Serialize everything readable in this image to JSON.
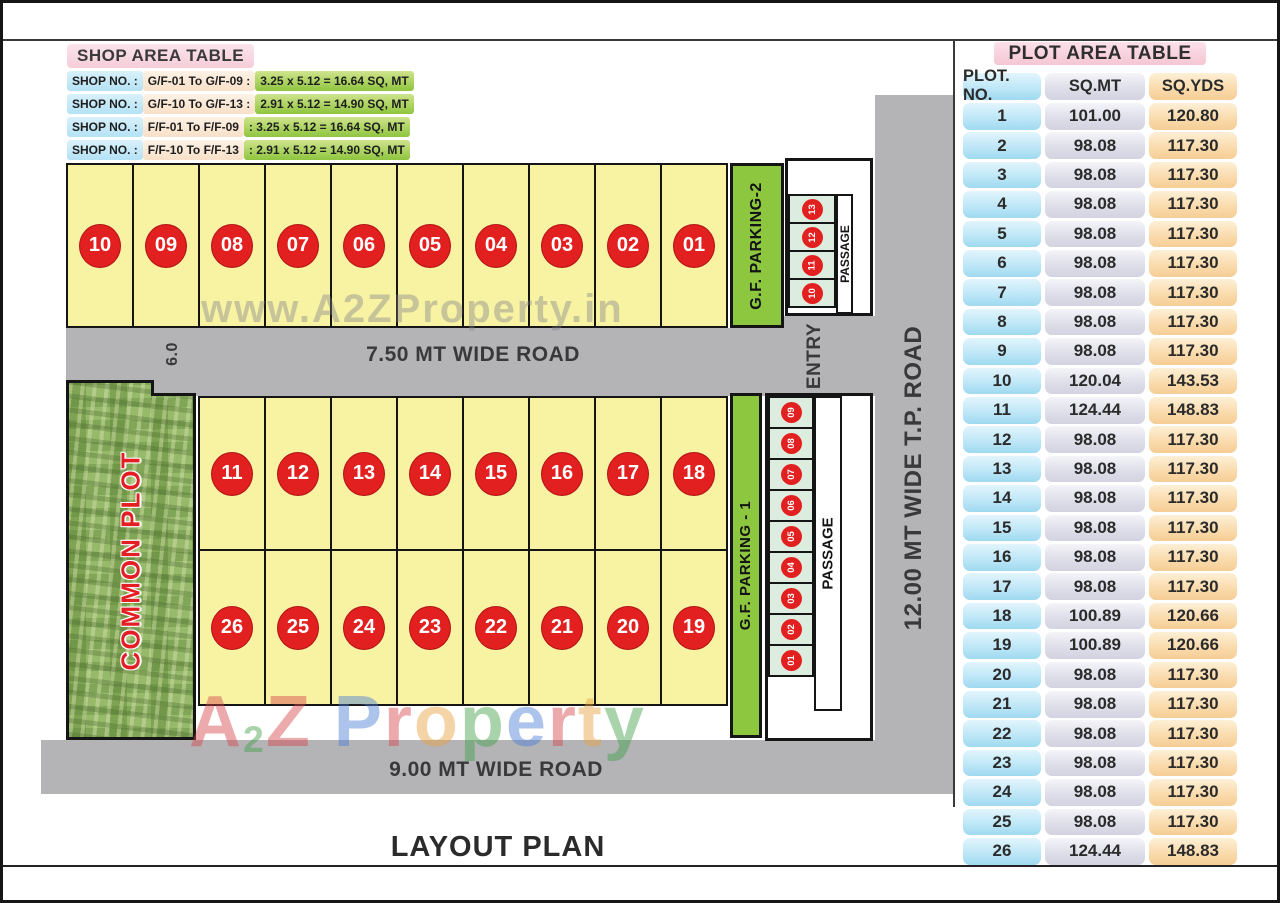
{
  "title": "LAYOUT PLAN",
  "shop_table": {
    "title": "SHOP AREA TABLE",
    "rows": [
      {
        "label": "SHOP NO. :",
        "range": "G/F-01 To G/F-09 :",
        "size": "3.25 x 5.12 = 16.64 SQ, MT"
      },
      {
        "label": "SHOP NO. :",
        "range": "G/F-10 To G/F-13 :",
        "size": "2.91 x 5.12 = 14.90 SQ, MT"
      },
      {
        "label": "SHOP NO. :",
        "range": "F/F-01 To F/F-09",
        "size": ": 3.25 x 5.12 = 16.64 SQ, MT"
      },
      {
        "label": "SHOP NO. :",
        "range": "F/F-10 To F/F-13",
        "size": ": 2.91 x 5.12 = 14.90 SQ, MT"
      }
    ]
  },
  "plot_table": {
    "title": "PLOT AREA TABLE",
    "columns": [
      "PLOT. NO.",
      "SQ.MT",
      "SQ.YDS"
    ],
    "rows": [
      [
        "1",
        "101.00",
        "120.80"
      ],
      [
        "2",
        "98.08",
        "117.30"
      ],
      [
        "3",
        "98.08",
        "117.30"
      ],
      [
        "4",
        "98.08",
        "117.30"
      ],
      [
        "5",
        "98.08",
        "117.30"
      ],
      [
        "6",
        "98.08",
        "117.30"
      ],
      [
        "7",
        "98.08",
        "117.30"
      ],
      [
        "8",
        "98.08",
        "117.30"
      ],
      [
        "9",
        "98.08",
        "117.30"
      ],
      [
        "10",
        "120.04",
        "143.53"
      ],
      [
        "11",
        "124.44",
        "148.83"
      ],
      [
        "12",
        "98.08",
        "117.30"
      ],
      [
        "13",
        "98.08",
        "117.30"
      ],
      [
        "14",
        "98.08",
        "117.30"
      ],
      [
        "15",
        "98.08",
        "117.30"
      ],
      [
        "16",
        "98.08",
        "117.30"
      ],
      [
        "17",
        "98.08",
        "117.30"
      ],
      [
        "18",
        "100.89",
        "120.66"
      ],
      [
        "19",
        "100.89",
        "120.66"
      ],
      [
        "20",
        "98.08",
        "117.30"
      ],
      [
        "21",
        "98.08",
        "117.30"
      ],
      [
        "22",
        "98.08",
        "117.30"
      ],
      [
        "23",
        "98.08",
        "117.30"
      ],
      [
        "24",
        "98.08",
        "117.30"
      ],
      [
        "25",
        "98.08",
        "117.30"
      ],
      [
        "26",
        "124.44",
        "148.83"
      ]
    ]
  },
  "layout": {
    "top_row_plots": [
      "10",
      "09",
      "08",
      "07",
      "06",
      "05",
      "04",
      "03",
      "02",
      "01"
    ],
    "mid_row1_plots": [
      "11",
      "12",
      "13",
      "14",
      "15",
      "16",
      "17",
      "18"
    ],
    "mid_row2_plots": [
      "26",
      "25",
      "24",
      "23",
      "22",
      "21",
      "20",
      "19"
    ],
    "upper_stalls": [
      "13",
      "12",
      "11",
      "10"
    ],
    "lower_stalls": [
      "09",
      "08",
      "07",
      "06",
      "05",
      "04",
      "03",
      "02",
      "01"
    ],
    "parking2_label": "G.F. PARKING-2",
    "parking1_label": "G.F. PARKING - 1",
    "passage_label": "PASSAGE",
    "entry_label": "ENTRY",
    "common_plot_label": "COMMON PLOT",
    "roads": {
      "top": "7.50 MT WIDE ROAD",
      "bottom": "9.00 MT WIDE ROAD",
      "right": "12.00 MT WIDE T.P. ROAD",
      "left_width": "6.0"
    }
  },
  "watermark": {
    "middle": "www.A2ZProperty.in",
    "bottom_letters": [
      {
        "t": "A",
        "c": "#d9444a",
        "sm": false
      },
      {
        "t": "2",
        "c": "#3fa047",
        "sm": true
      },
      {
        "t": "Z",
        "c": "#d9444a",
        "sm": false
      },
      {
        "t": " ",
        "c": "#000000",
        "sm": false
      },
      {
        "t": "P",
        "c": "#4a7bd4",
        "sm": false
      },
      {
        "t": "r",
        "c": "#d9444a",
        "sm": false
      },
      {
        "t": "o",
        "c": "#e8a13c",
        "sm": false
      },
      {
        "t": "p",
        "c": "#3fa047",
        "sm": false
      },
      {
        "t": "e",
        "c": "#4a7bd4",
        "sm": false
      },
      {
        "t": "r",
        "c": "#d9444a",
        "sm": false
      },
      {
        "t": "t",
        "c": "#e8a13c",
        "sm": false
      },
      {
        "t": "y",
        "c": "#3fa047",
        "sm": false
      }
    ]
  },
  "colors": {
    "plot_yellow": "#f7f3a3",
    "road_gray": "#b4b4b7",
    "parking_green": "#8dc63f",
    "stall_teal": "#dcede0",
    "number_red": "#e2201f",
    "common_label_red": "#e31e24"
  }
}
